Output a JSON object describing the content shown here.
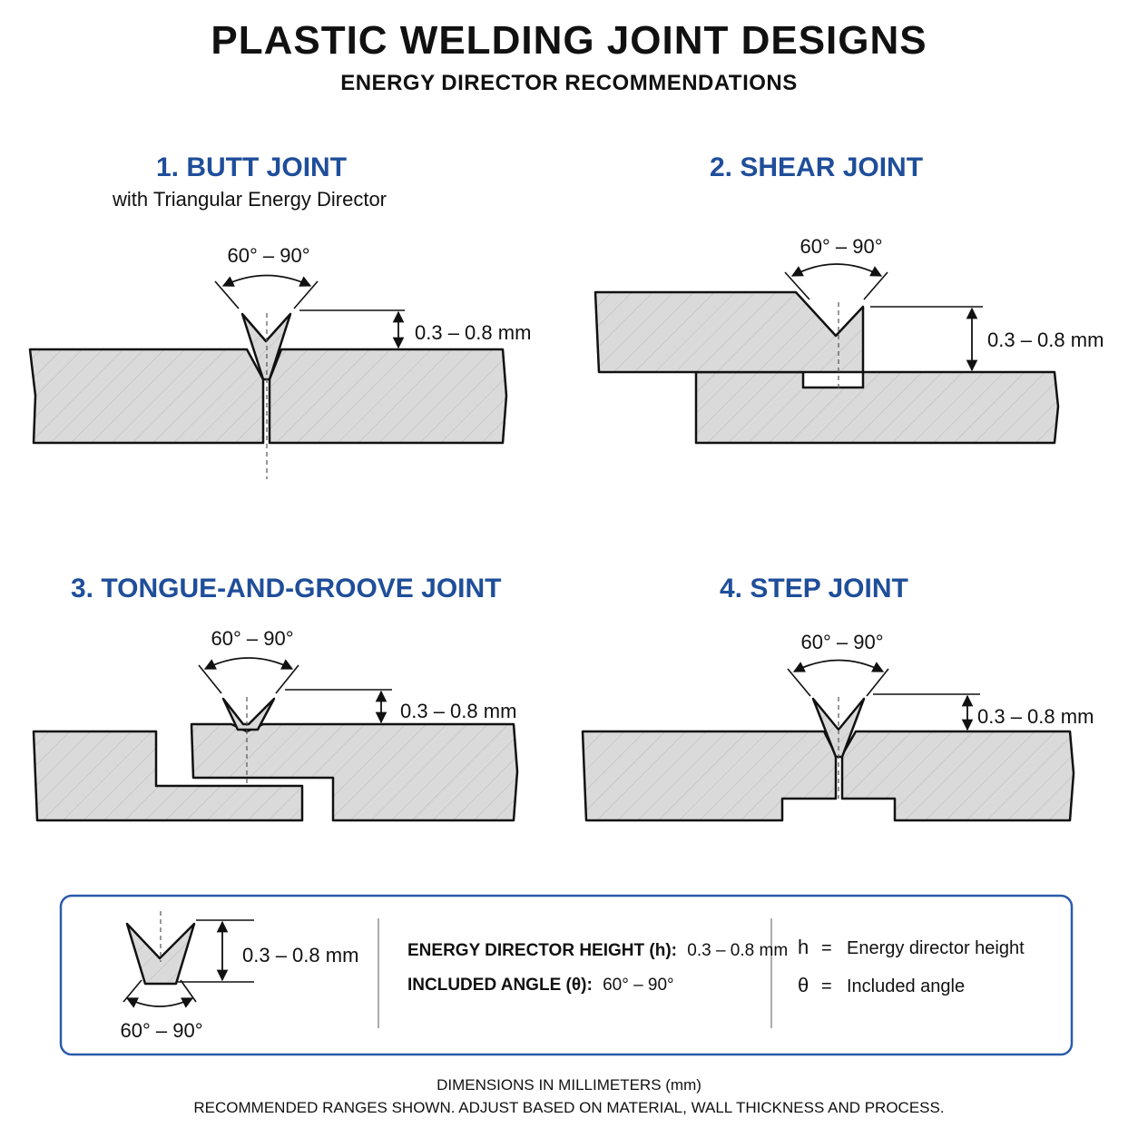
{
  "header": {
    "title": "PLASTIC WELDING JOINT DESIGNS",
    "subtitle": "ENERGY DIRECTOR RECOMMENDATIONS"
  },
  "joints": [
    {
      "title": "1. BUTT JOINT",
      "subtitle": "with Triangular Energy Director",
      "angle": "60° – 90°",
      "height": "0.3 – 0.8 mm"
    },
    {
      "title": "2. SHEAR JOINT",
      "angle": "60° – 90°",
      "height": "0.3 – 0.8 mm"
    },
    {
      "title": "3. TONGUE-AND-GROOVE JOINT",
      "angle": "60° – 90°",
      "height": "0.3 – 0.8 mm"
    },
    {
      "title": "4. STEP JOINT",
      "angle": "60° – 90°",
      "height": "0.3 – 0.8 mm"
    }
  ],
  "legend": {
    "diagram_height": "0.3 – 0.8 mm",
    "diagram_angle": "60° – 90°",
    "height_label": "ENERGY DIRECTOR HEIGHT (h):",
    "height_value": "0.3 – 0.8 mm",
    "angle_label": "INCLUDED ANGLE (θ):",
    "angle_value": "60° – 90°",
    "symbols": [
      {
        "symbol": "h",
        "eq": "=",
        "meaning": "Energy director height"
      },
      {
        "symbol": "θ",
        "eq": "=",
        "meaning": "Included angle"
      }
    ]
  },
  "footer": {
    "line1": "DIMENSIONS IN MILLIMETERS (mm)",
    "line2": "RECOMMENDED RANGES SHOWN. ADJUST BASED ON MATERIAL, WALL THICKNESS AND PROCESS."
  },
  "colors": {
    "title_blue": "#1f4e9a",
    "part_fill": "#dadada",
    "outline": "#111111",
    "legend_border": "#2a5caa"
  }
}
